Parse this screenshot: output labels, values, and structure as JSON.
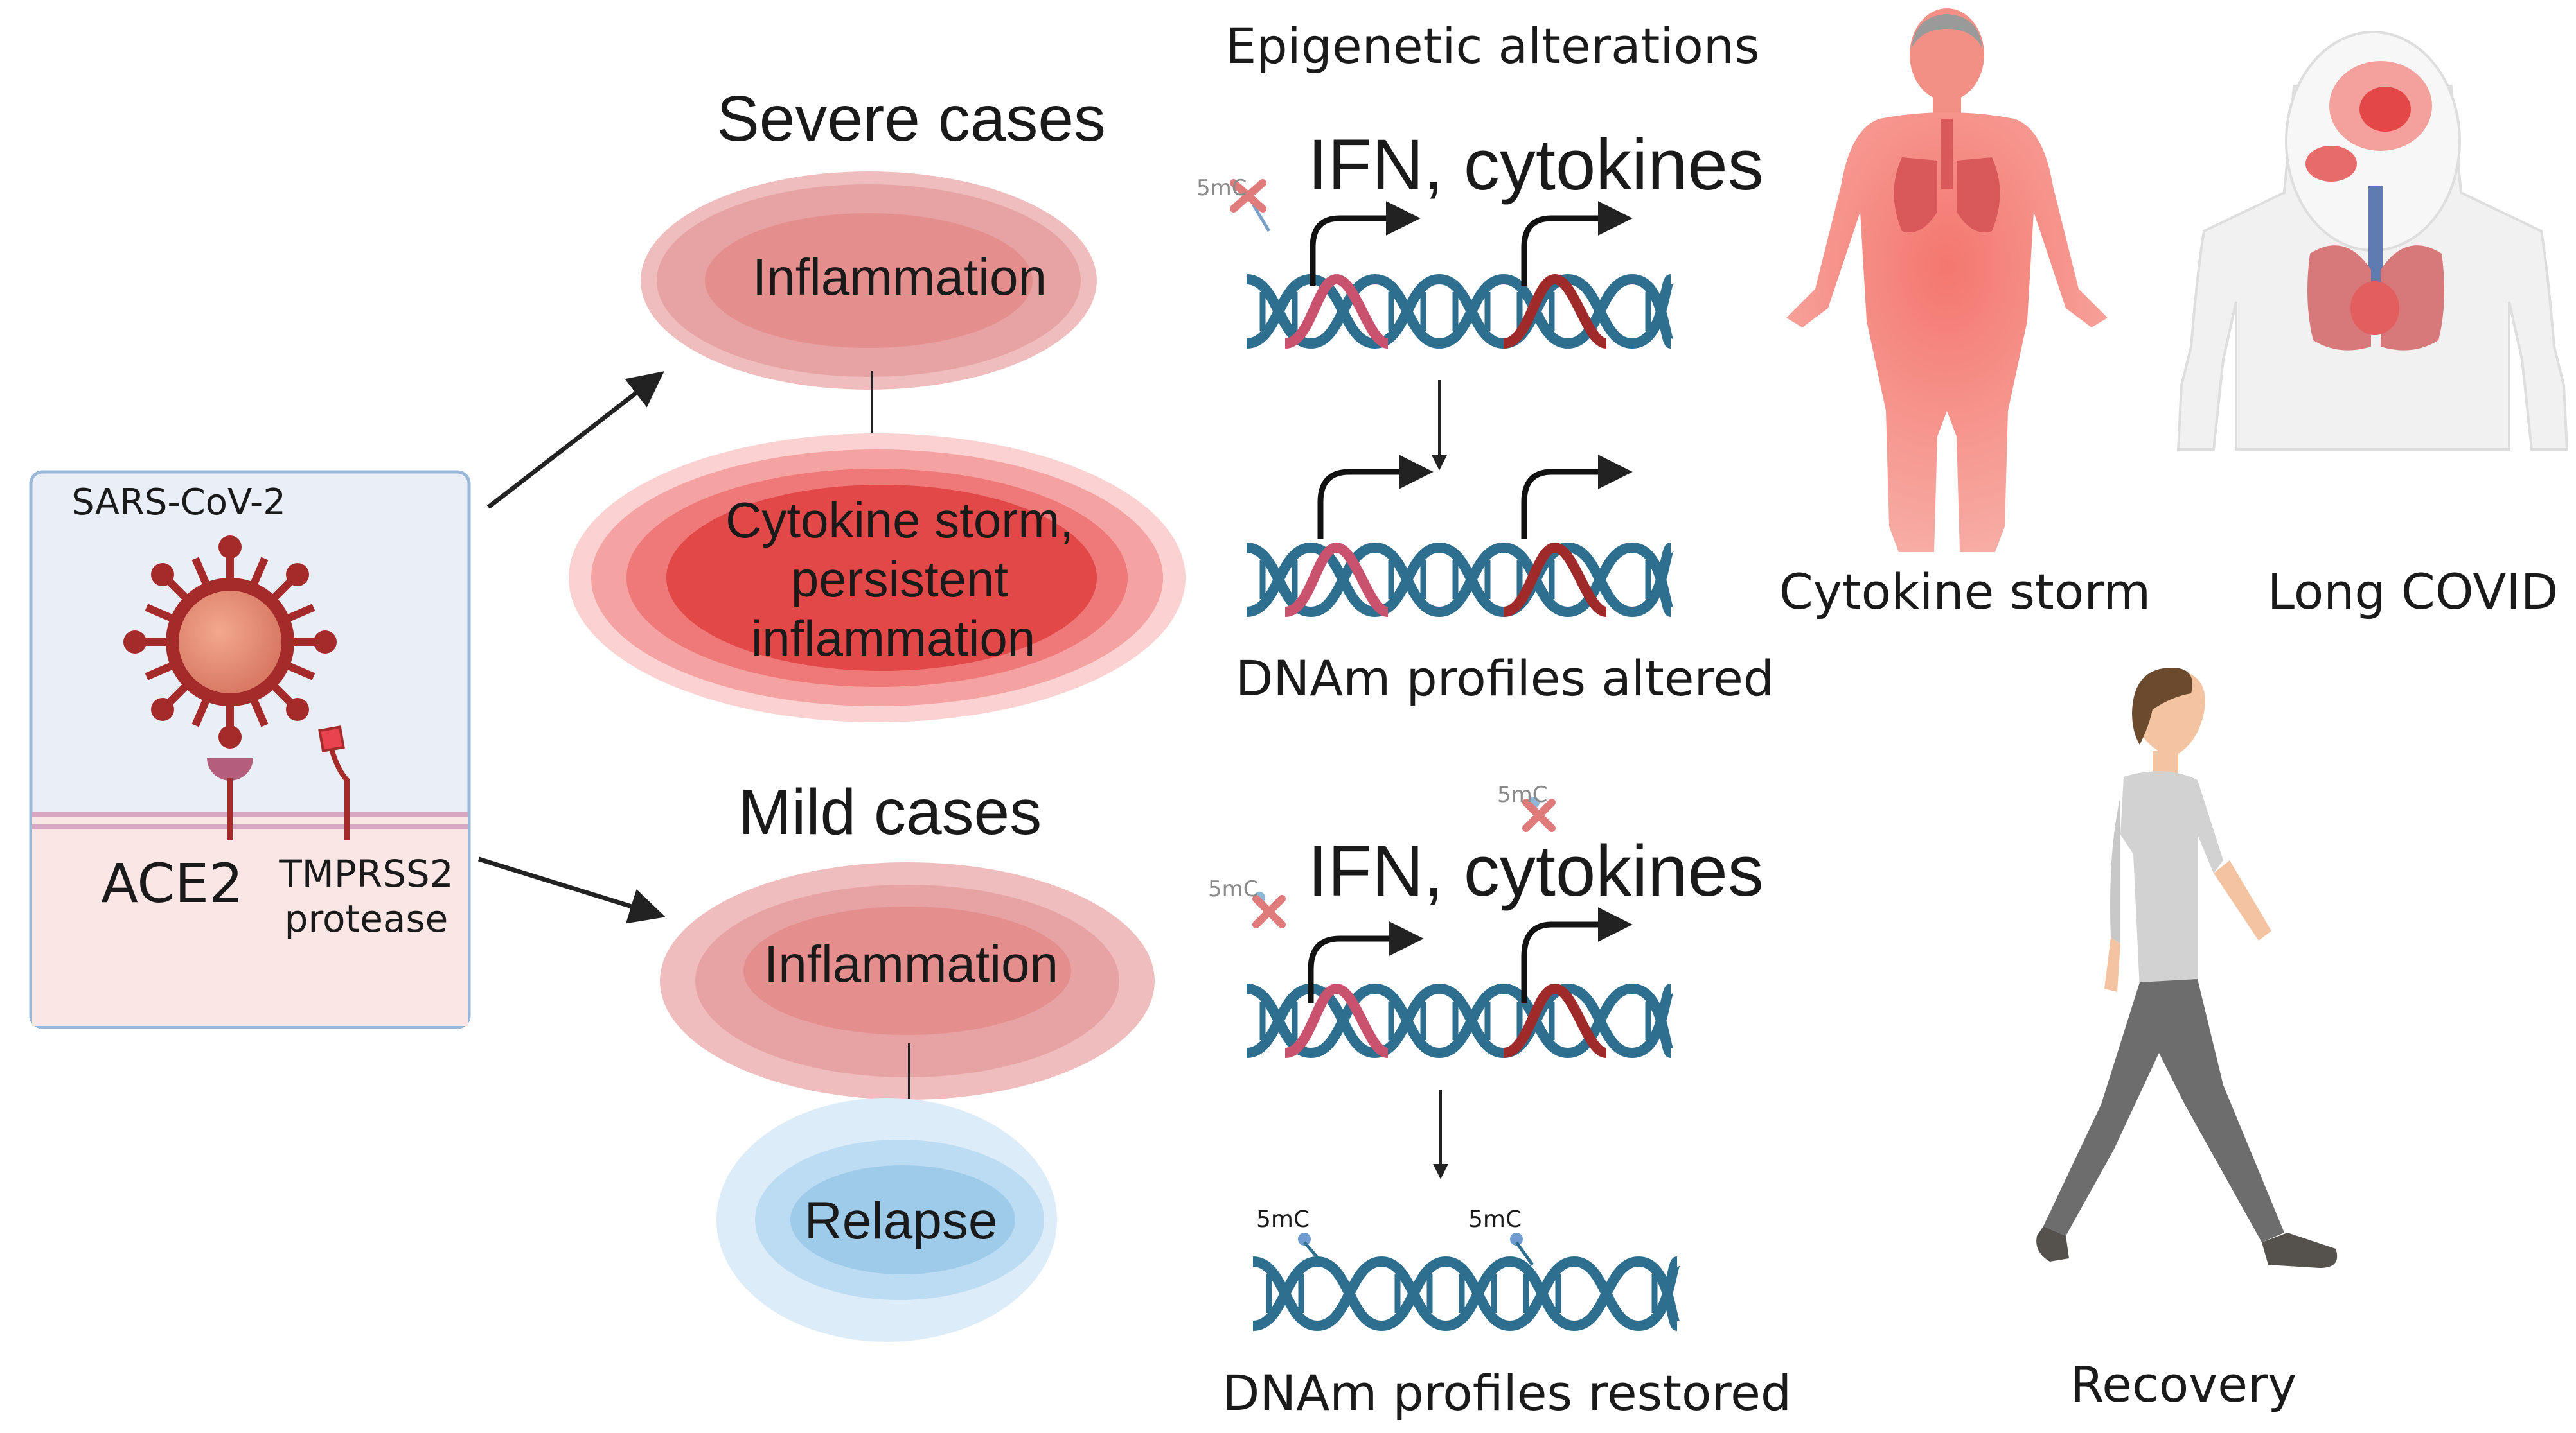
{
  "virus_panel": {
    "title": "SARS-CoV-2",
    "receptor_label": "ACE2",
    "protease_label_line1": "TMPRSS2",
    "protease_label_line2": "protease"
  },
  "severe": {
    "heading": "Severe cases",
    "inflammation": "Inflammation",
    "storm_line1": "Cytokine storm,",
    "storm_line2": "persistent",
    "storm_line3": "inflammation"
  },
  "mild": {
    "heading": "Mild cases",
    "inflammation": "Inflammation",
    "relapse": "Relapse"
  },
  "epigenetics": {
    "title": "Epigenetic alterations",
    "ifn_severe": "IFN, cytokines",
    "ifn_mild": "IFN, cytokines",
    "altered": "DNAm profiles altered",
    "restored": "DNAm profiles restored",
    "mark_5mc": "5mC"
  },
  "outcomes": {
    "cytokine_storm": "Cytokine storm",
    "long_covid": "Long COVID",
    "recovery": "Recovery"
  },
  "colors": {
    "dna_blue": "#2e6e8e",
    "dna_pink": "#c9536e",
    "dna_red": "#9e2a2a",
    "virus": "#a52a2a",
    "panel_border": "#9ab7d8"
  }
}
